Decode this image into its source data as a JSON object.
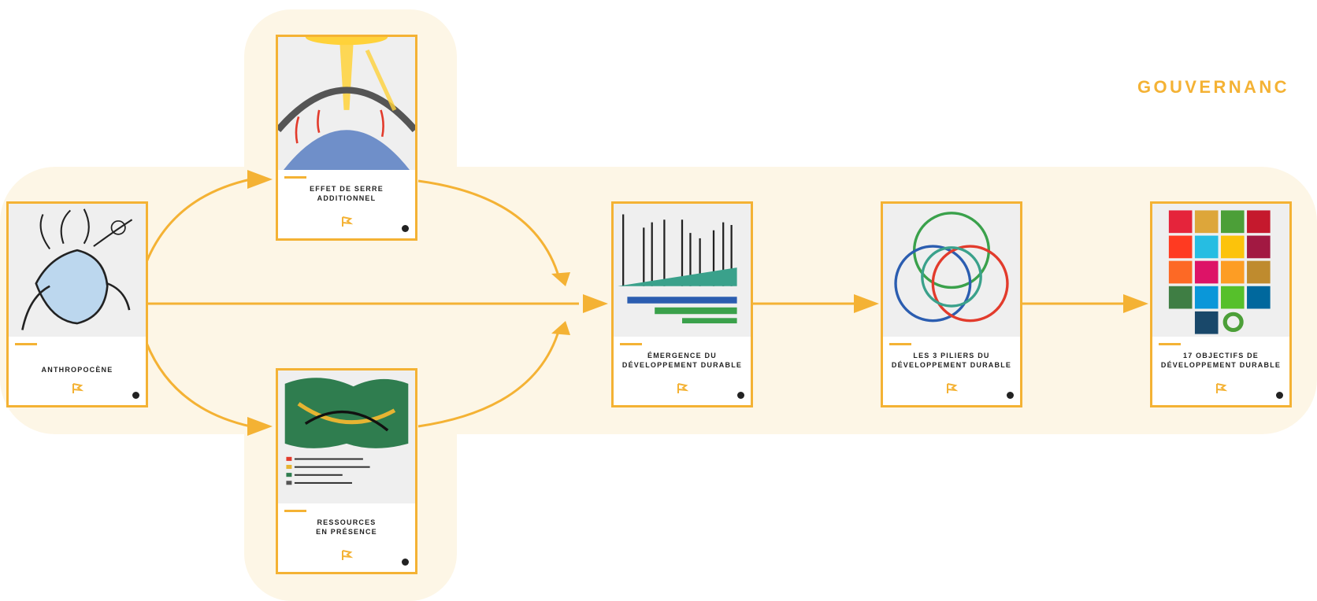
{
  "diagram": {
    "heading": "GOUVERNANC",
    "colors": {
      "accent": "#f4b234",
      "zone": "#fdf6e6",
      "card_art_bg": "#efefef",
      "text": "#222222"
    },
    "cards": [
      {
        "id": "anthropocene",
        "title": "ANTHROPOCÈNE",
        "illustration": "hand-holding-burning-earth"
      },
      {
        "id": "effet-de-serre",
        "title": "EFFET DE SERRE\nADDITIONNEL",
        "illustration": "greenhouse-effect"
      },
      {
        "id": "ressources",
        "title": "RESSOURCES\nEN PRÉSENCE",
        "illustration": "resources-map"
      },
      {
        "id": "emergence",
        "title": "ÉMERGENCE DU\nDÉVELOPPEMENT DURABLE",
        "illustration": "timeline-chart"
      },
      {
        "id": "piliers",
        "title": "LES 3 PILIERS DU\nDÉVELOPPEMENT DURABLE",
        "illustration": "three-circle-venn"
      },
      {
        "id": "odd",
        "title": "17 OBJECTIFS DE\nDÉVELOPPEMENT DURABLE",
        "illustration": "sdg-grid"
      }
    ],
    "arrows": [
      {
        "from": "anthropocene",
        "to": "effet-de-serre"
      },
      {
        "from": "anthropocene",
        "to": "emergence"
      },
      {
        "from": "anthropocene",
        "to": "ressources"
      },
      {
        "from": "effet-de-serre",
        "to": "emergence"
      },
      {
        "from": "ressources",
        "to": "emergence"
      },
      {
        "from": "emergence",
        "to": "piliers"
      },
      {
        "from": "piliers",
        "to": "odd"
      }
    ]
  }
}
